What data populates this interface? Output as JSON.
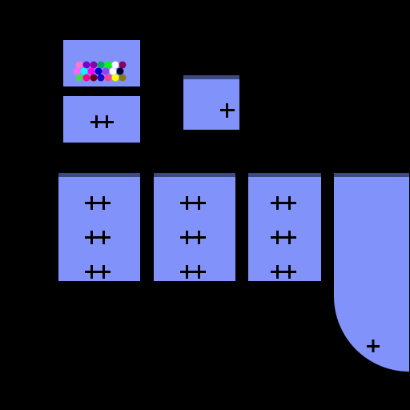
{
  "colors": {
    "background": "#000000",
    "panel": "#8193fb",
    "panel_top_band": "#3d4a80",
    "marker": "#000000"
  },
  "icons": {
    "marker": "plus-icon"
  },
  "palette_dots": [
    [
      "#ff77cc",
      "#7700cc",
      "#8800aa",
      "#00aa66",
      "#00ff00",
      "#ffffff",
      "#880066"
    ],
    [
      "#ff66ff",
      "#00ffff",
      "#ff00ff",
      "#0000cc",
      "#8844ff",
      "#ffffff",
      "#000033"
    ],
    [
      "#44dd44",
      "#ff0088",
      "#660022",
      "#2200cc",
      "#ff4488",
      "#ffff00",
      "#887722"
    ]
  ],
  "grid_panels": [
    {
      "markers": 3
    },
    {
      "markers": 3
    },
    {
      "markers": 3
    }
  ]
}
